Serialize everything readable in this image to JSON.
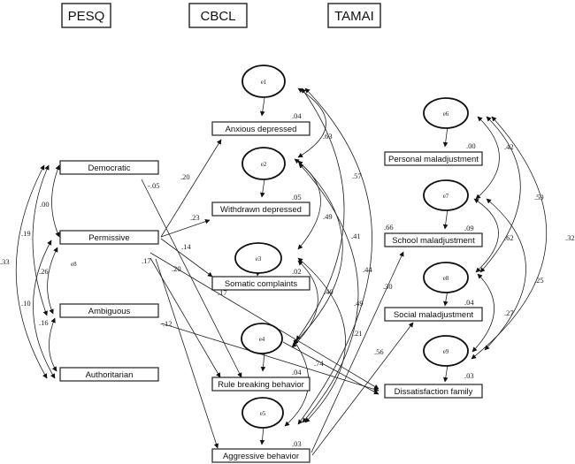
{
  "headers": {
    "pesq": "PESQ",
    "cbcl": "CBCL",
    "tamai": "TAMAI"
  },
  "pesq_variables": [
    "Democratic",
    "Permissive",
    "Ambiguous",
    "Authoritarian"
  ],
  "cbcl_variables": [
    "Anxious depressed",
    "Withdrawn depressed",
    "Somatic complaints",
    "Rule breaking behavior",
    "Aggressive behavior"
  ],
  "tamai_variables": [
    "Personal maladjustment",
    "School maladjustment",
    "Social maladjustment",
    "Dissatisfaction family"
  ],
  "errors": [
    "e1",
    "e2",
    "e3",
    "e4",
    "e5",
    "e6",
    "e7",
    "e8",
    "e9"
  ],
  "stray_label": "e8",
  "r_squared": {
    "anxious_depressed": ".04",
    "withdrawn_depressed": ".05",
    "somatic_complaints": ".02",
    "rule_breaking": ".04",
    "aggressive": ".03",
    "personal_maladjustment": ".00",
    "school_maladjustment": ".09",
    "social_maladjustment": ".04",
    "dissatisfaction_family": ".03"
  },
  "pesq_correlations": [
    {
      "from": "Democratic",
      "to": "Permissive",
      "value": ".00"
    },
    {
      "from": "Democratic",
      "to": "Ambiguous",
      "value": ".19"
    },
    {
      "from": "Democratic",
      "to": "Authoritarian",
      "value": ".33"
    },
    {
      "from": "Permissive",
      "to": "Ambiguous",
      "value": ".26"
    },
    {
      "from": "Permissive",
      "to": "Authoritarian",
      "value": ".10"
    },
    {
      "from": "Ambiguous",
      "to": "Authoritarian",
      "value": ".16"
    }
  ],
  "paths": [
    {
      "from": "Permissive",
      "to": "Anxious depressed",
      "value": ".20"
    },
    {
      "from": "Permissive",
      "to": "Withdrawn depressed",
      "value": ".23"
    },
    {
      "from": "Permissive",
      "to": "Somatic complaints",
      "value": ".14"
    },
    {
      "from": "Democratic",
      "to": "Rule breaking behavior",
      "value": "-.05"
    },
    {
      "from": "Permissive",
      "to": "Dissatisfaction family",
      "value": ".20"
    },
    {
      "from": "Permissive",
      "to": "Aggressive behavior",
      "value": ".17"
    },
    {
      "from": "Permissive",
      "to": "Rule breaking behavior",
      "value": ".17"
    },
    {
      "from": "Ambiguous",
      "to": "Dissatisfaction family",
      "value": "-.12"
    },
    {
      "from": "e4",
      "to": "Dissatisfaction family",
      "value": ".74"
    },
    {
      "from": "Aggressive behavior",
      "to": "School maladjustment",
      "value": ".30"
    },
    {
      "from": "Aggressive behavior",
      "to": "Social maladjustment",
      "value": ".56"
    }
  ],
  "path_labels": {
    "p20a": ".20",
    "p23": ".23",
    "p14": ".14",
    "pm05": "-.05",
    "p20b": ".20",
    "p17a": ".17",
    "p17b": ".17",
    "pm12": "-.12",
    "p74": ".74",
    "p30": ".30",
    "p56": ".56",
    "p66": ".66"
  },
  "cbcl_error_correlations": {
    "e1_e2": ".63",
    "e1_e5": ".57",
    "e2_e3": ".49",
    "e2_e4": ".41",
    "e1_e4": ".44",
    "e3_e4": ".40",
    "e2_e5": ".49",
    "e3_e5": ".21"
  },
  "tamai_error_correlations": {
    "e6_e7": ".42",
    "e6_e8": ".59",
    "e6_e9": ".32",
    "e7_e8": ".62",
    "e7_e9": ".25",
    "e8_e9": ".27"
  }
}
